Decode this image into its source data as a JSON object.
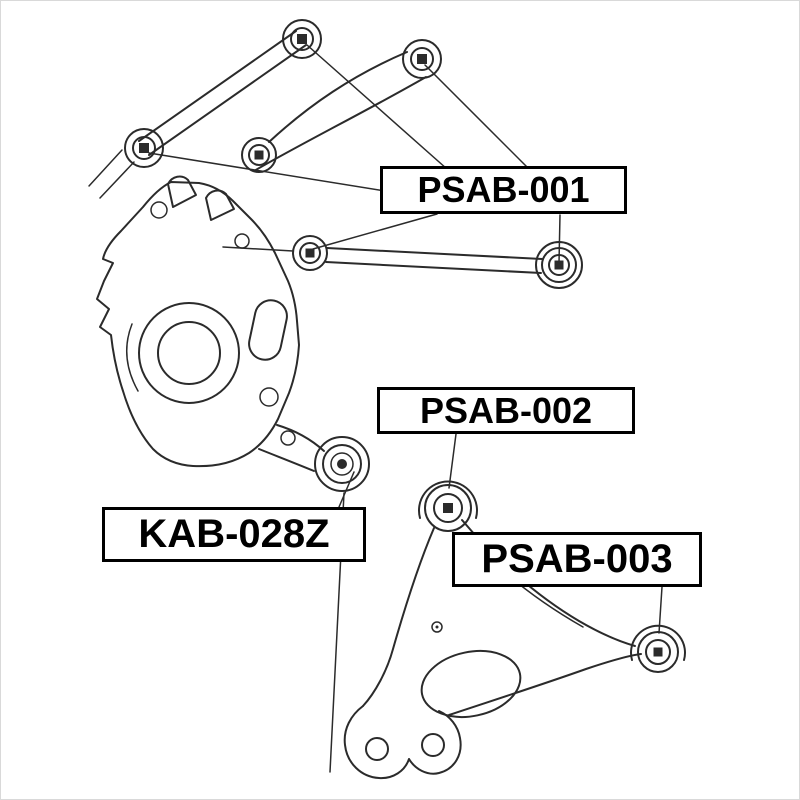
{
  "diagram": {
    "description": "Rear suspension arm parts line diagram",
    "labels": [
      {
        "id": "psab-001",
        "text": "PSAB-001"
      },
      {
        "id": "psab-002",
        "text": "PSAB-002"
      },
      {
        "id": "psab-003",
        "text": "PSAB-003"
      },
      {
        "id": "kab-028z",
        "text": "KAB-028Z"
      }
    ],
    "colors": {
      "line": "#2b2b2b",
      "label_border": "#000000",
      "label_text": "#000000",
      "background": "#ffffff"
    }
  }
}
